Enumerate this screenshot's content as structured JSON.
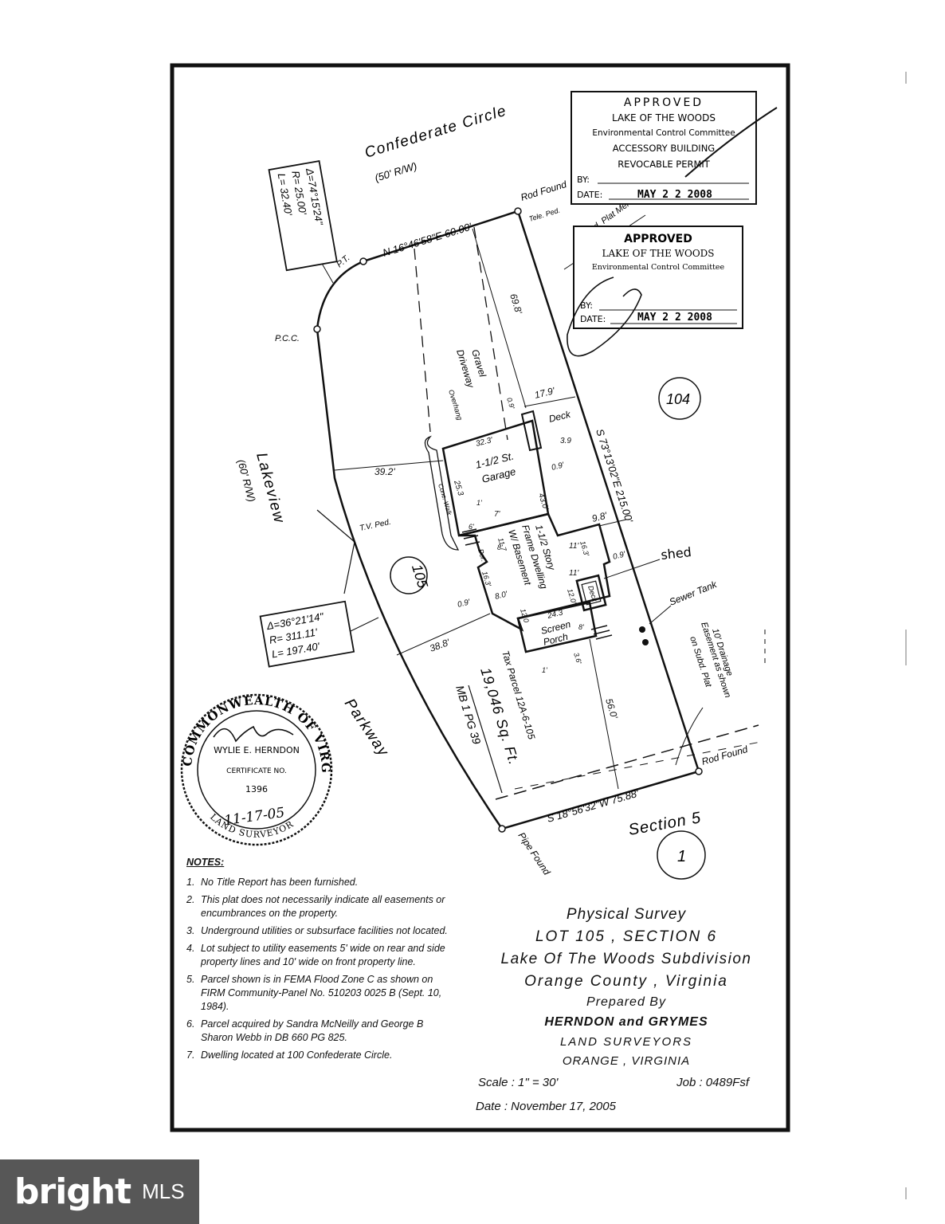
{
  "plat": {
    "street_top": "Confederate   Circle",
    "street_top_row": "(50' R/W)",
    "street_left": "Lakeview",
    "street_left_row": "(60' R/W)",
    "street_bottom": "Parkway",
    "curve1": {
      "delta": "Δ=74°15'24\"",
      "radius": "R= 25.00'",
      "length": "L= 32.40'"
    },
    "curve2": {
      "delta": "Δ=36°21'14\"",
      "radius": "R= 311.11'",
      "length": "L= 197.40'"
    },
    "bearing_top": "N 16°46'58\"E  60.00'",
    "bearing_right": "S 73°13'02\"E  215.00'",
    "bearing_bottom": "S 18°56'32\"W  75.88'",
    "rod_found_top": "Rod Found",
    "rod_found_bottom": "Rod Found",
    "pipe_found": "Pipe Found",
    "pt": "P.T.",
    "pcc": "P.C.C.",
    "tele_ped": "Tele. Ped.",
    "tv_ped": "T.V. Ped.",
    "subd_plat_meridian": "Subd. Plat Meridian",
    "gravel_driveway_1": "Gravel",
    "gravel_driveway_2": "Driveway",
    "overhang": "Overhang",
    "garage_1": "1-1/2 St.",
    "garage_2": "Garage",
    "conc_walk": "Conc. Walk",
    "dwelling_1": "1-1/2 Story",
    "dwelling_2": "Frame Dwelling",
    "dwelling_3": "W/ Basement",
    "screen_porch_1": "Screen",
    "screen_porch_2": "Porch",
    "deck_top": "Deck",
    "deck_side": "Deck",
    "por": "Por.",
    "shed": "shed",
    "sewer_tank": "Sewer Tank",
    "drainage_1": "10' Drainage",
    "drainage_2": "Easement as shown",
    "drainage_3": "on Subd. Plat",
    "tax_parcel": "Tax Parcel 12A-6-105",
    "area": "19,046 Sq. Ft.",
    "mb": "MB  1  PG  39",
    "section5": "Section 5",
    "lot105": "105",
    "lot104": "104",
    "lot1": "1",
    "dims": {
      "d69_8": "69.8'",
      "d17_9": "17.9'",
      "d39_2": "39.2'",
      "d38_8": "38.8'",
      "d56_0": "56.0'",
      "d32_3": "32.3'",
      "d25_3": "25.3",
      "d43_0": "43.0'",
      "d3_9": "3.9",
      "d0_9a": "0.9'",
      "d0_9b": "0.9'",
      "d0_9c": "0.9'",
      "d0_9d": "0.9'",
      "d9_8": "9.8'",
      "d11a": "11'",
      "d11b": "11'",
      "d16_3a": "16.3'",
      "d16_3b": "16.3'",
      "d12_0a": "12.0'",
      "d12_0b": "12.0",
      "d11_7": "11.7",
      "d8_0": "8.0'",
      "d24_3": "24.3",
      "d3_6": "3.6'",
      "d1a": "1'",
      "d7": "7'",
      "d6": "6'",
      "d8a": "8'",
      "d8b": "8'",
      "d1b": "1'"
    }
  },
  "stamp1": {
    "title": "APPROVED",
    "line1": "LAKE OF THE WOODS",
    "line2": "Environmental Control Committee",
    "line3": "ACCESSORY BUILDING",
    "line4": "REVOCABLE PERMIT",
    "by": "BY:",
    "date_label": "DATE:",
    "date": "MAY 2 2 2008"
  },
  "stamp2": {
    "title": "APPROVED",
    "line1": "LAKE OF THE WOODS",
    "line2": "Environmental Control Committee",
    "by": "BY:",
    "date_label": "DATE:",
    "date": "MAY 2 2 2008"
  },
  "seal": {
    "ring": "COMMONWEALTH OF VIRGINIA",
    "name": "WYLIE E. HERNDON",
    "cert_label": "CERTIFICATE NO.",
    "cert_no": "1396",
    "date": "11-17-05",
    "bottom": "LAND SURVEYOR"
  },
  "notes": {
    "title": "NOTES:",
    "items": [
      {
        "num": "1.",
        "text": "No Title Report has been furnished."
      },
      {
        "num": "2.",
        "text": "This plat does not necessarily indicate all easements or encumbrances on the property."
      },
      {
        "num": "3.",
        "text": "Underground utilities or subsurface facilities not located."
      },
      {
        "num": "4.",
        "text": "Lot subject to utility easements 5' wide on rear and side property lines and 10' wide on front property line."
      },
      {
        "num": "5.",
        "text": "Parcel shown is in FEMA Flood Zone C as shown on FIRM Community-Panel No. 510203 0025 B (Sept. 10, 1984)."
      },
      {
        "num": "6.",
        "text": "Parcel acquired by Sandra McNeilly and George B Sharon Webb in DB 660 PG 825."
      },
      {
        "num": "7.",
        "text": "Dwelling located at 100 Confederate Circle."
      }
    ]
  },
  "title_block": {
    "line1": "Physical Survey",
    "line2": "LOT  105 , SECTION 6",
    "line3": "Lake Of The Woods Subdivision",
    "line4": "Orange  County , Virginia",
    "line5": "Prepared By",
    "line6": "HERNDON and GRYMES",
    "line7": "LAND SURVEYORS",
    "line8": "ORANGE , VIRGINIA",
    "scale": "Scale :  1\" = 30'",
    "job": "Job : 0489Fsf",
    "date": "Date :  November 17, 2005"
  },
  "watermark": {
    "brand": "bright",
    "suffix": "MLS"
  },
  "colors": {
    "ink": "#111111",
    "paper": "#ffffff"
  }
}
